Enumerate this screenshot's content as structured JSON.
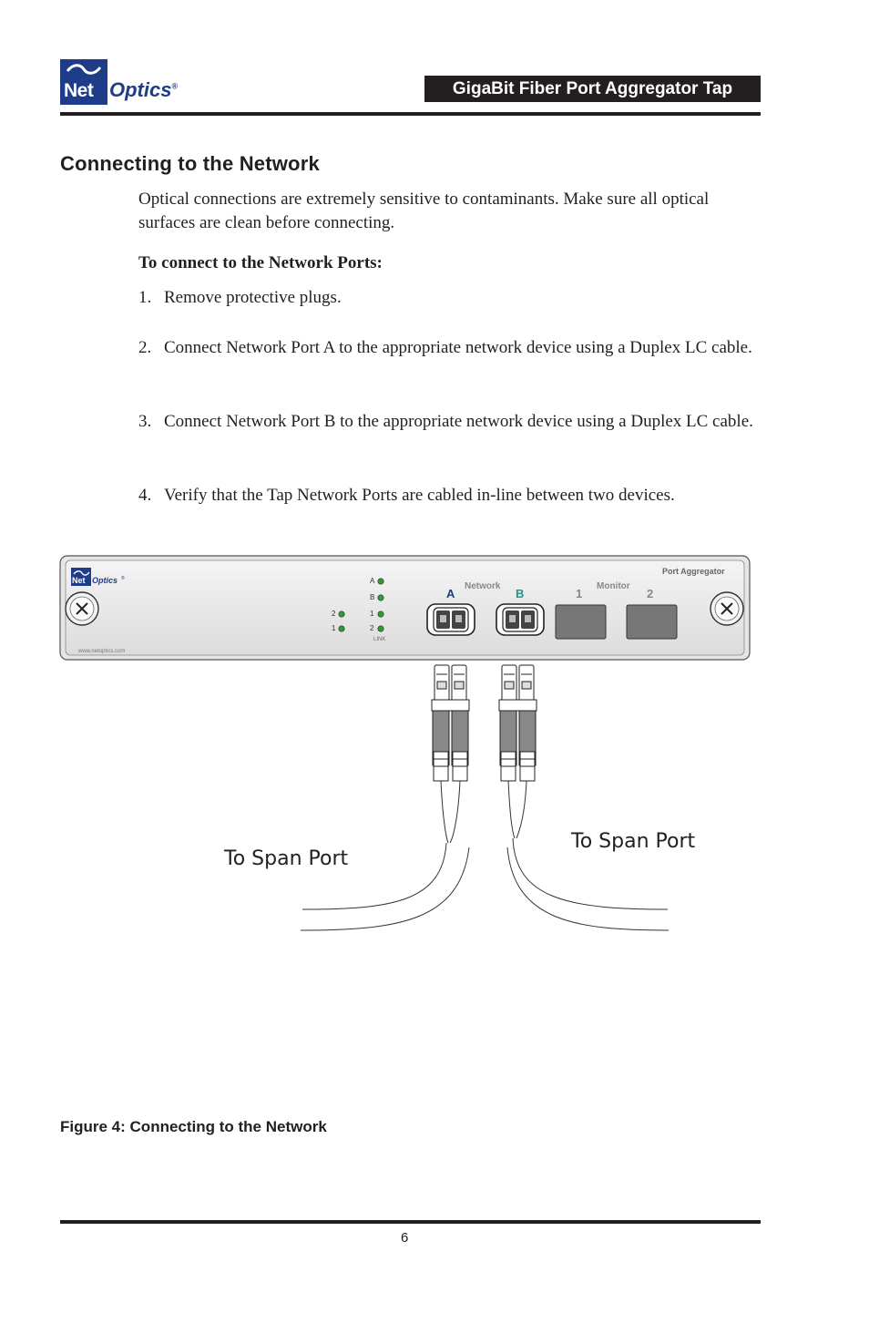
{
  "header": {
    "logo_net": "Net",
    "logo_optics": "Optics",
    "logo_reg": "®",
    "title": "GigaBit Fiber Port Aggregator Tap"
  },
  "section": {
    "heading": "Connecting to the Network",
    "intro": "Optical connections are extremely sensitive to contaminants. Make sure all optical surfaces are clean before connecting.",
    "subhead": "To connect to the Network Ports:",
    "steps": [
      {
        "num": "1.",
        "text": "Remove protective plugs."
      },
      {
        "num": "2.",
        "text": "Connect Network Port A to the appropriate network device using a Duplex LC cable."
      },
      {
        "num": "3.",
        "text": "Connect Network Port B to the appropriate network device using a Duplex LC cable."
      },
      {
        "num": "4.",
        "text": "Verify that the Tap Network Ports are cabled in-line between two devices."
      }
    ]
  },
  "device": {
    "logo_net": "Net",
    "logo_optics": "Optics",
    "logo_reg": "®",
    "website": "www.netoptics.com",
    "product_label": "Port Aggregator",
    "network_label": "Network",
    "monitor_label": "Monitor",
    "port_a": "A",
    "port_b": "B",
    "port_1": "1",
    "port_2": "2",
    "led_a": "A",
    "led_b": "B",
    "led_1": "1",
    "led_2": "2",
    "led_left_2": "2",
    "led_left_1": "1",
    "link_label": "LINK"
  },
  "figure": {
    "span_left": "To Span Port",
    "span_right": "To Span Port",
    "caption_label": "Figure 4:",
    "caption_text": "Connecting to the Network"
  },
  "colors": {
    "brand_blue": "#1f3c88",
    "port_b_teal": "#1a9a8f",
    "led_green": "#2f9a3a"
  },
  "footer": {
    "page_number": "6"
  }
}
